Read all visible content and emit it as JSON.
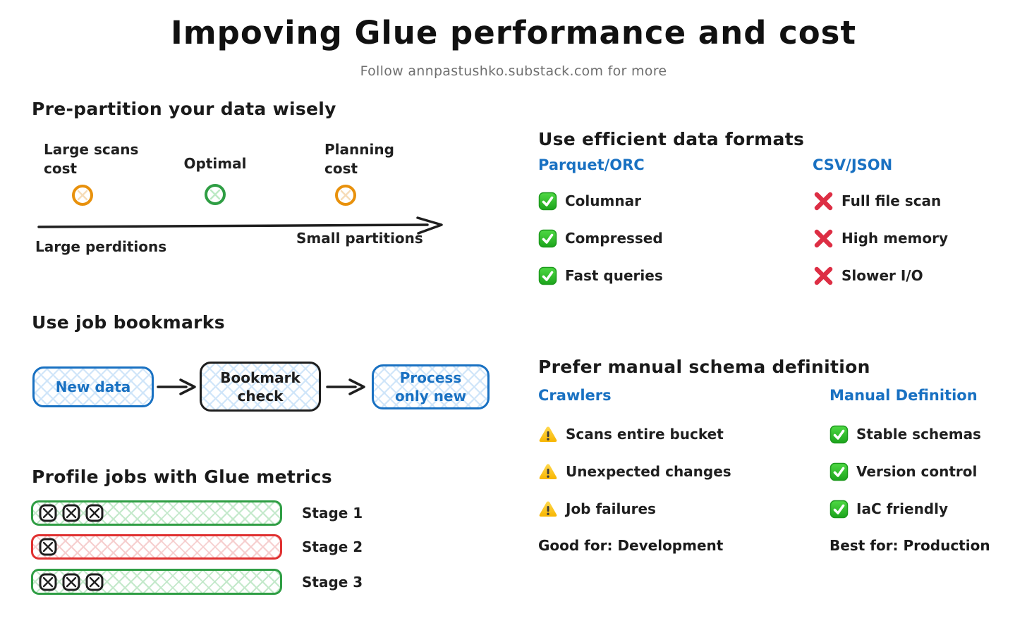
{
  "header": {
    "title": "Impoving Glue performance and cost",
    "subtitle": "Follow annpastushko.substack.com for more"
  },
  "partition": {
    "heading": "Pre-partition your data wisely",
    "markers": [
      {
        "label": "Large scans\ncost",
        "color": "orange"
      },
      {
        "label": "Optimal",
        "color": "green"
      },
      {
        "label": "Planning\ncost",
        "color": "orange"
      }
    ],
    "axis": {
      "left_label": "Large perditions",
      "right_label": "Small partitions"
    }
  },
  "bookmarks": {
    "heading": "Use job bookmarks",
    "nodes": [
      {
        "label": "New data",
        "style": "blue"
      },
      {
        "label": "Bookmark check",
        "style": "black"
      },
      {
        "label": "Process only new",
        "style": "blue"
      }
    ]
  },
  "metrics": {
    "heading": "Profile jobs with Glue metrics",
    "stages": [
      {
        "label": "Stage 1",
        "status": "good",
        "task_count": 3
      },
      {
        "label": "Stage 2",
        "status": "bad",
        "task_count": 1
      },
      {
        "label": "Stage 3",
        "status": "good",
        "task_count": 3
      }
    ]
  },
  "formats": {
    "heading": "Use efficient data formats",
    "left": {
      "title": "Parquet/ORC",
      "items": [
        {
          "icon": "check-icon",
          "text": "Columnar"
        },
        {
          "icon": "check-icon",
          "text": "Compressed"
        },
        {
          "icon": "check-icon",
          "text": "Fast queries"
        }
      ]
    },
    "right": {
      "title": "CSV/JSON",
      "items": [
        {
          "icon": "cross-icon",
          "text": "Full file scan"
        },
        {
          "icon": "cross-icon",
          "text": "High memory"
        },
        {
          "icon": "cross-icon",
          "text": "Slower I/O"
        }
      ]
    }
  },
  "schema": {
    "heading": "Prefer manual schema definition",
    "left": {
      "title": "Crawlers",
      "items": [
        {
          "icon": "warning-icon",
          "text": "Scans entire bucket"
        },
        {
          "icon": "warning-icon",
          "text": "Unexpected changes"
        },
        {
          "icon": "warning-icon",
          "text": "Job failures"
        }
      ],
      "footer": "Good for: Development"
    },
    "right": {
      "title": "Manual Definition",
      "items": [
        {
          "icon": "check-icon",
          "text": "Stable schemas"
        },
        {
          "icon": "check-icon",
          "text": "Version control"
        },
        {
          "icon": "check-icon",
          "text": "IaC friendly"
        }
      ],
      "footer": "Best for: Production"
    }
  },
  "colors": {
    "ink": "#1e1e1e",
    "subtitle_gray": "#6f6f6f",
    "blue": "#1971c2",
    "blue_hatch": "#cfe5f9",
    "green": "#2f9e44",
    "green_hatch": "#c4e9cb",
    "red": "#e03131",
    "red_hatch": "#f6cfcf",
    "orange": "#e8910c",
    "check_green": "#2db52c",
    "cross_red": "#dd2e44",
    "warning_yellow": "#ffcc29"
  }
}
